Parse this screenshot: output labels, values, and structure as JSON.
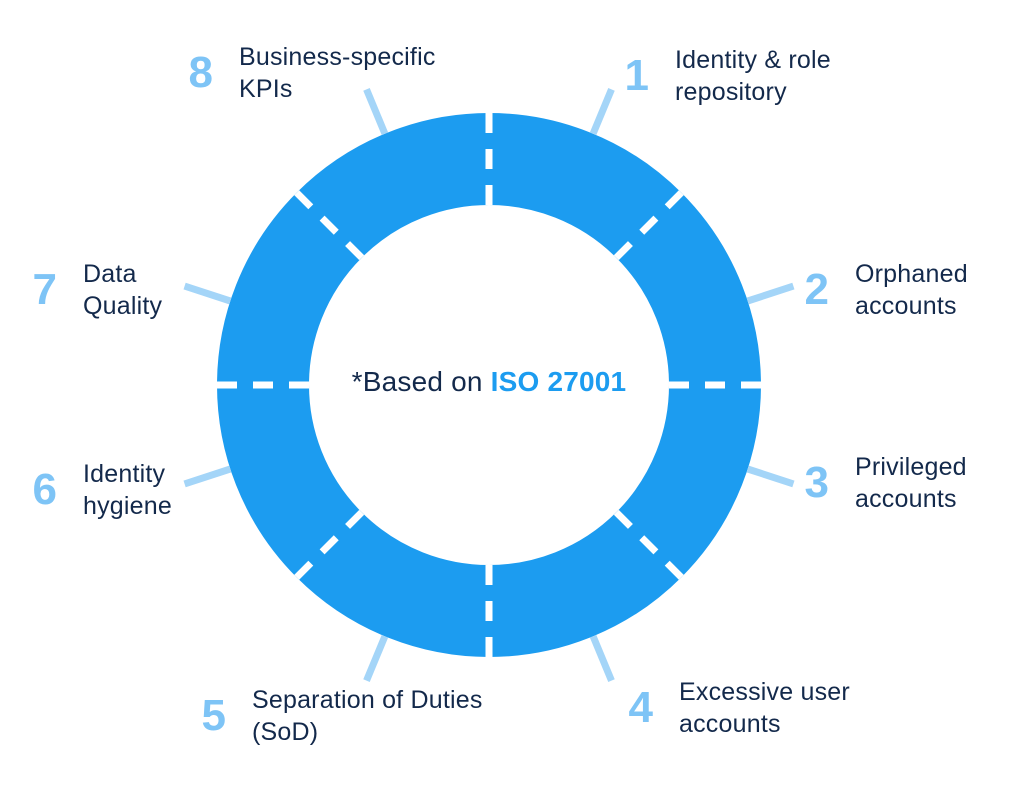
{
  "colors": {
    "ring": "#1C9CF0",
    "divider": "#FFFFFF",
    "tick": "#A4D5F8",
    "number": "#7EC4F6",
    "label_text": "#13294B",
    "center_highlight": "#1C9CF0",
    "background": "#FFFFFF"
  },
  "center": {
    "prefix": "*Based on ",
    "highlight": "ISO 27001"
  },
  "diagram": {
    "segments": 8
  },
  "items": [
    {
      "number": "1",
      "lines": [
        "Identity & role",
        "repository"
      ]
    },
    {
      "number": "2",
      "lines": [
        "Orphaned",
        "accounts"
      ]
    },
    {
      "number": "3",
      "lines": [
        "Privileged",
        "accounts"
      ]
    },
    {
      "number": "4",
      "lines": [
        "Excessive user",
        "accounts"
      ]
    },
    {
      "number": "5",
      "lines": [
        "Separation of Duties",
        "(SoD)"
      ]
    },
    {
      "number": "6",
      "lines": [
        "Identity",
        "hygiene"
      ]
    },
    {
      "number": "7",
      "lines": [
        "Data",
        "Quality"
      ]
    },
    {
      "number": "8",
      "lines": [
        "Business-specific",
        "KPIs"
      ]
    }
  ]
}
